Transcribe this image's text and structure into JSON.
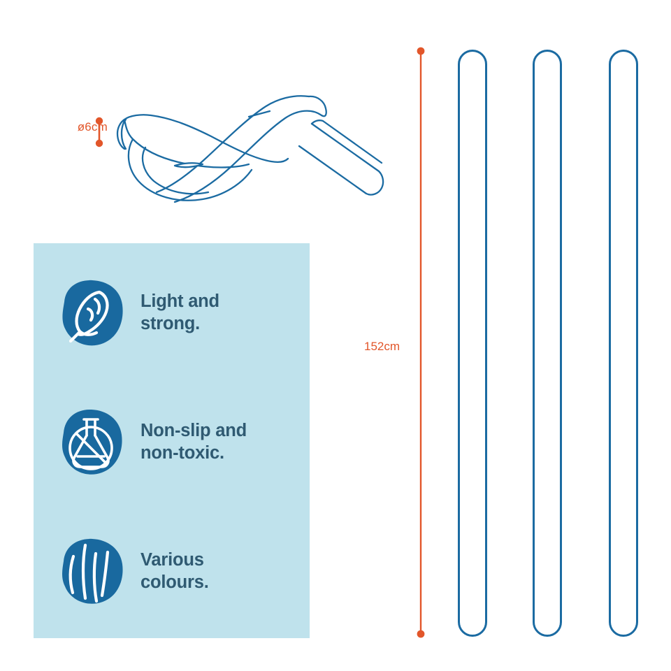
{
  "product": {
    "illustration_name": "knotted-foam-noodle",
    "tube_count": 3
  },
  "dimensions": {
    "diameter_label": "ø6cm",
    "length_label": "152cm",
    "accent_color": "#e2562a"
  },
  "features": {
    "panel_color": "#bfe2ec",
    "icon_color": "#1b6ba2",
    "text_color": "#2f5a72",
    "items": [
      {
        "icon": "feather-icon",
        "text": "Light and\nstrong."
      },
      {
        "icon": "no-toxic-flask-icon",
        "text": "Non-slip and\nnon-toxic."
      },
      {
        "icon": "colour-strands-icon",
        "text": "Various\ncolours."
      }
    ]
  },
  "tubes": {
    "outline_color": "#1b6ba2",
    "items": [
      {
        "label": "noodle-1"
      },
      {
        "label": "noodle-2"
      },
      {
        "label": "noodle-3"
      }
    ]
  }
}
